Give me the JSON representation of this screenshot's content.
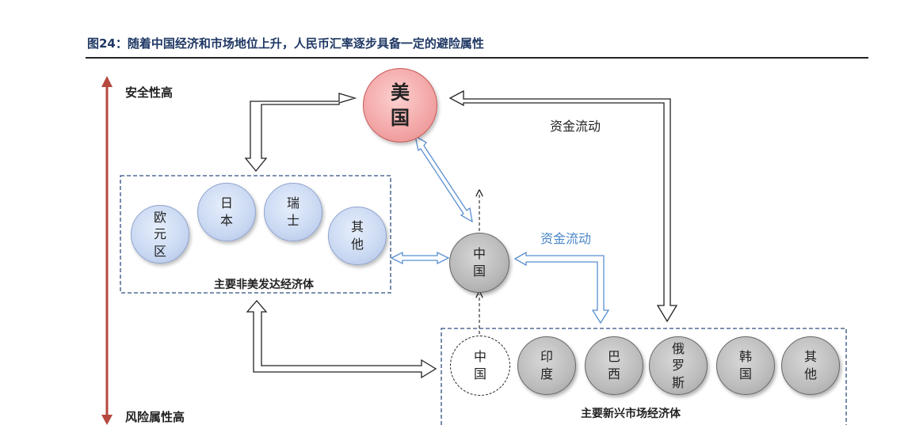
{
  "title": "图24：随着中国经济和市场地位上升，人民币汇率逐步具备一定的避险属性",
  "axis": {
    "top_label": "安全性高",
    "bottom_label": "风险属性高",
    "color": "#b5483f"
  },
  "usa": {
    "label": "美\n国"
  },
  "developed": {
    "group_label": "主要非美发达经济体",
    "members": [
      "欧\n元\n区",
      "日\n本",
      "瑞\n士",
      "其\n他"
    ]
  },
  "china": {
    "label": "中\n国"
  },
  "emerging": {
    "group_label": "主要新兴市场经济体",
    "china_ghost": "中\n国",
    "members": [
      "印\n度",
      "巴\n西",
      "俄\n罗\n斯",
      "韩\n国",
      "其\n他"
    ]
  },
  "flows": {
    "black_label": "资金流动",
    "blue_label": "资金流动",
    "blue_color": "#5a8fd0"
  }
}
